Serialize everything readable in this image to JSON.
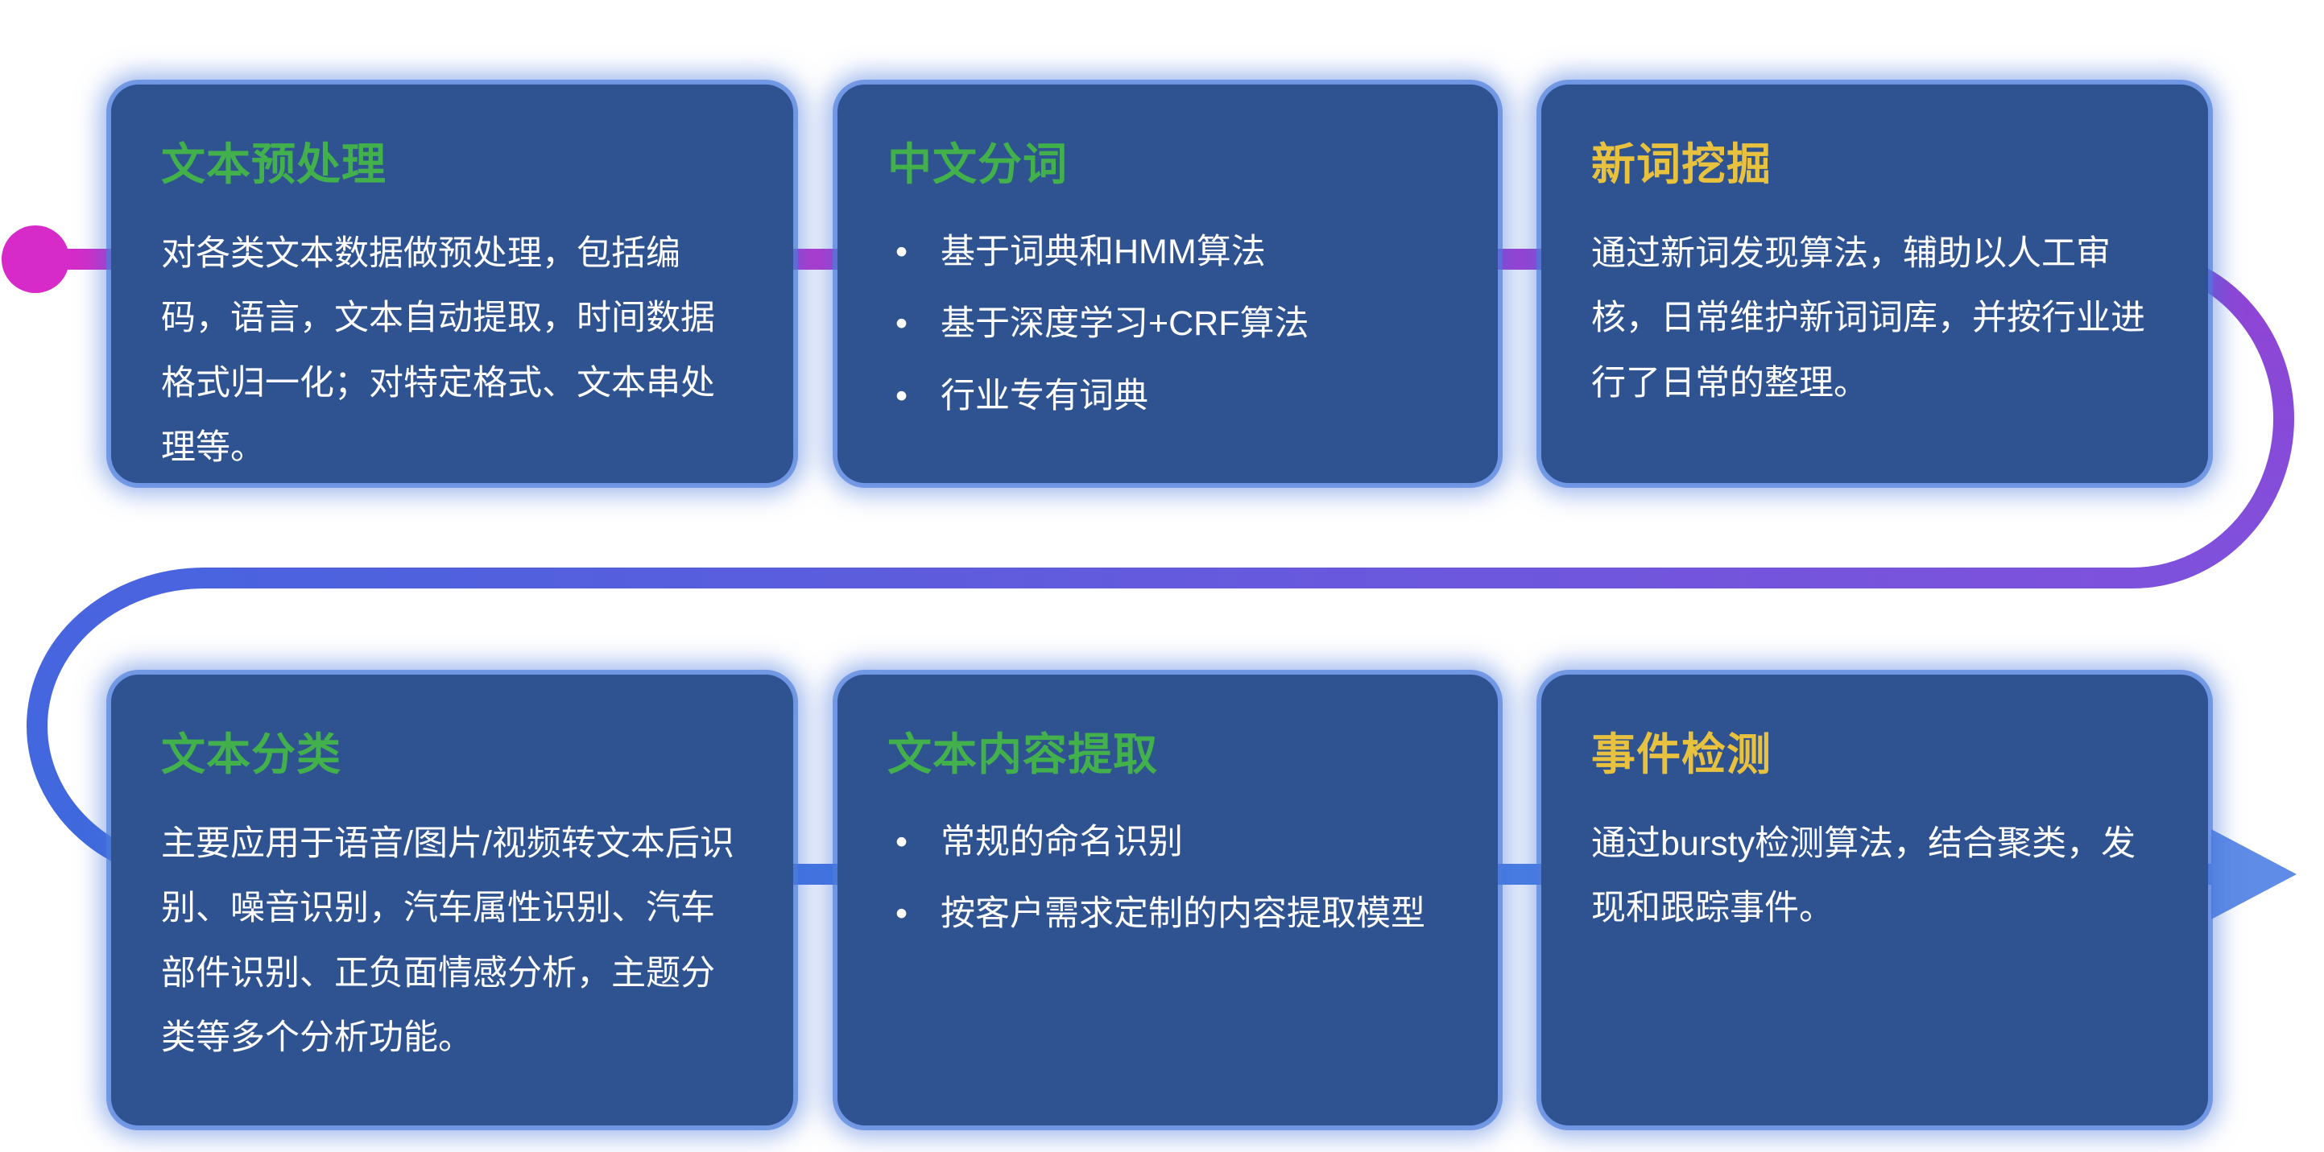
{
  "diagram": {
    "kind": "process-flow",
    "start_marker": "dot",
    "end_marker": "arrow-right"
  },
  "colors": {
    "card_bg": "#2f5391",
    "card_glow": "#4070dc",
    "body_text": "#ffffff",
    "title_green": "#43b14b",
    "title_yellow": "#e8c23e",
    "line_magenta": "#d62bc8",
    "line_purple": "#8f4ed8",
    "line_blue": "#4373de",
    "arrow_blue": "#5f8ce6"
  },
  "cards": [
    {
      "title": "文本预处理",
      "accent": "#43b14b",
      "body": "对各类文本数据做预处理，包括编码，语言，文本自动提取，时间数据格式归一化；对特定格式、文本串处理等。"
    },
    {
      "title": "中文分词",
      "accent": "#43b14b",
      "bullets": [
        "基于词典和HMM算法",
        "基于深度学习+CRF算法",
        "行业专有词典"
      ]
    },
    {
      "title": "新词挖掘",
      "accent": "#e8c23e",
      "body": "通过新词发现算法，辅助以人工审核，日常维护新词词库，并按行业进行了日常的整理。"
    },
    {
      "title": "文本分类",
      "accent": "#43b14b",
      "body": "主要应用于语音/图片/视频转文本后识别、噪音识别，汽车属性识别、汽车部件识别、正负面情感分析，主题分类等多个分析功能。"
    },
    {
      "title": "文本内容提取",
      "accent": "#43b14b",
      "bullets": [
        "常规的命名识别",
        "按客户需求定制的内容提取模型"
      ]
    },
    {
      "title": "事件检测",
      "accent": "#e8c23e",
      "body": "通过bursty检测算法，结合聚类，发现和跟踪事件。"
    }
  ]
}
